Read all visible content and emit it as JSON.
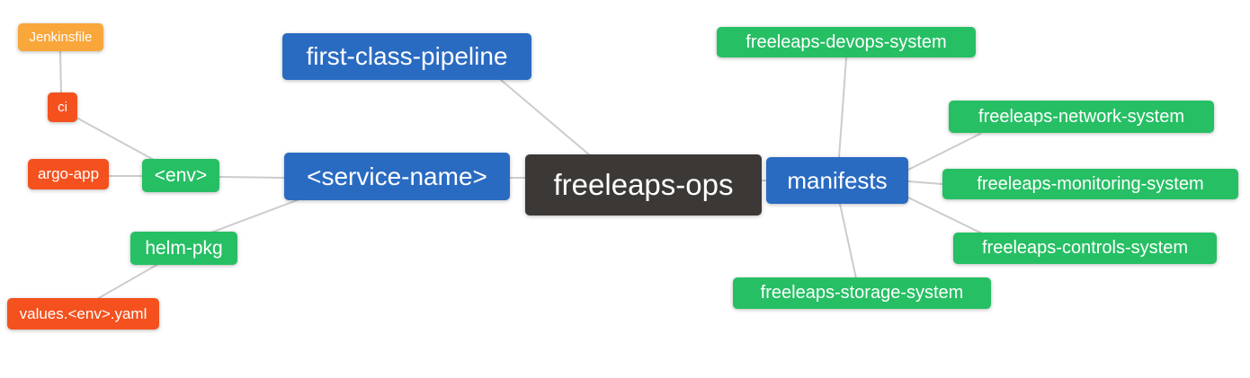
{
  "diagram": {
    "type": "mindmap",
    "root_label": "freeleaps-ops",
    "palette": {
      "root_dark": "#3b3836",
      "branch_blue": "#2a6bc2",
      "leaf_green": "#26bf64",
      "leaf_red_orange": "#f4511e",
      "leaf_amber": "#f9a63a",
      "edge_gray": "#cccccc"
    },
    "nodes": [
      {
        "id": "jenkinsfile",
        "label": "Jenkinsfile",
        "color": "amber"
      },
      {
        "id": "ci",
        "label": "ci",
        "color": "red-orange"
      },
      {
        "id": "argo-app",
        "label": "argo-app",
        "color": "red-orange"
      },
      {
        "id": "env",
        "label": "<env>",
        "color": "green"
      },
      {
        "id": "helm-pkg",
        "label": "helm-pkg",
        "color": "green"
      },
      {
        "id": "values-env-yaml",
        "label": "values.<env>.yaml",
        "color": "red-orange"
      },
      {
        "id": "first-class-pipeline",
        "label": "first-class-pipeline",
        "color": "blue"
      },
      {
        "id": "service-name",
        "label": "<service-name>",
        "color": "blue"
      },
      {
        "id": "freeleaps-ops",
        "label": "freeleaps-ops",
        "color": "dark"
      },
      {
        "id": "manifests",
        "label": "manifests",
        "color": "blue"
      },
      {
        "id": "freeleaps-devops-system",
        "label": "freeleaps-devops-system",
        "color": "green"
      },
      {
        "id": "freeleaps-network-system",
        "label": "freeleaps-network-system",
        "color": "green"
      },
      {
        "id": "freeleaps-monitoring-system",
        "label": "freeleaps-monitoring-system",
        "color": "green"
      },
      {
        "id": "freeleaps-controls-system",
        "label": "freeleaps-controls-system",
        "color": "green"
      },
      {
        "id": "freeleaps-storage-system",
        "label": "freeleaps-storage-system",
        "color": "green"
      }
    ],
    "edges": [
      {
        "from": "jenkinsfile",
        "to": "ci"
      },
      {
        "from": "ci",
        "to": "env"
      },
      {
        "from": "argo-app",
        "to": "env"
      },
      {
        "from": "env",
        "to": "service-name"
      },
      {
        "from": "service-name",
        "to": "helm-pkg"
      },
      {
        "from": "helm-pkg",
        "to": "values-env-yaml"
      },
      {
        "from": "first-class-pipeline",
        "to": "freeleaps-ops"
      },
      {
        "from": "service-name",
        "to": "freeleaps-ops"
      },
      {
        "from": "freeleaps-ops",
        "to": "manifests"
      },
      {
        "from": "manifests",
        "to": "freeleaps-devops-system"
      },
      {
        "from": "manifests",
        "to": "freeleaps-network-system"
      },
      {
        "from": "manifests",
        "to": "freeleaps-monitoring-system"
      },
      {
        "from": "manifests",
        "to": "freeleaps-controls-system"
      },
      {
        "from": "manifests",
        "to": "freeleaps-storage-system"
      }
    ]
  }
}
